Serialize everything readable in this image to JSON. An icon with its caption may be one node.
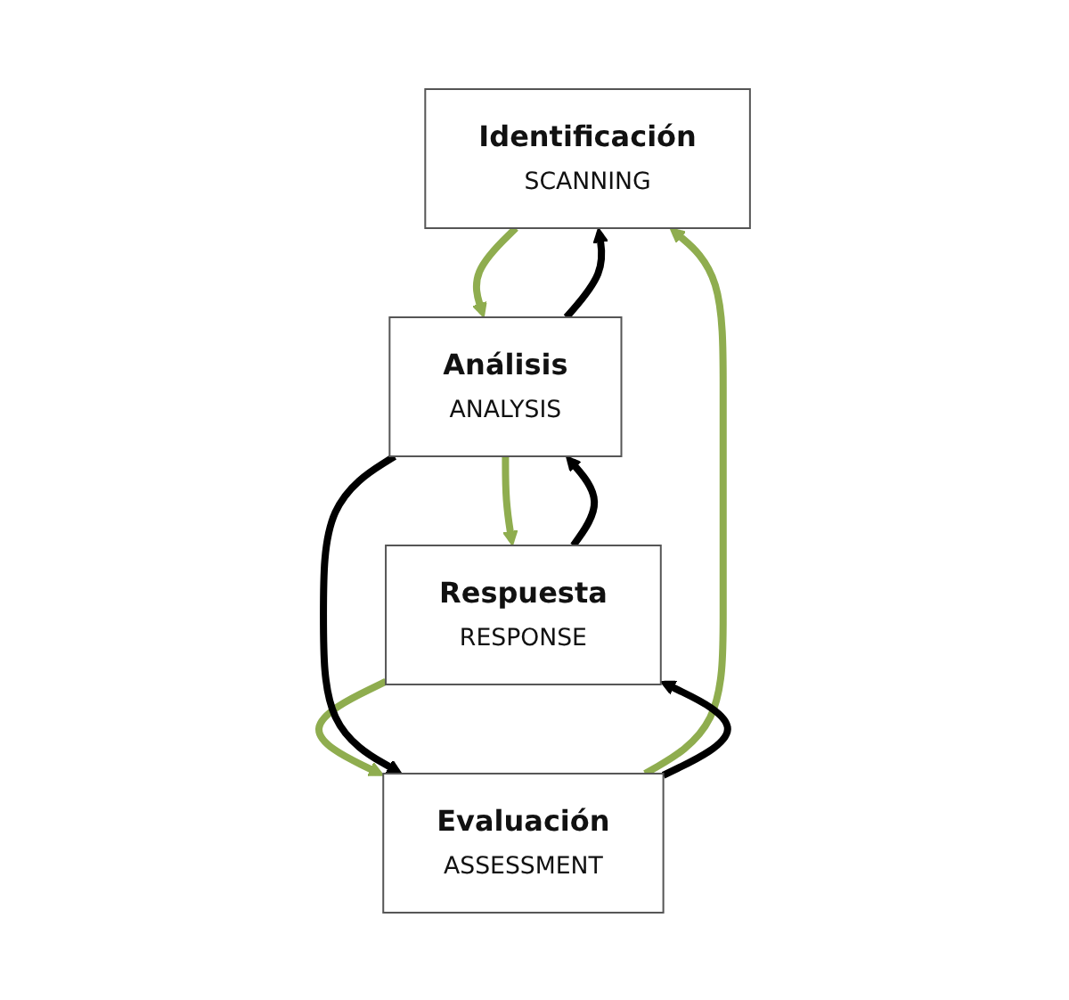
{
  "diagram": {
    "nodes": [
      {
        "text": [
          "Identificación",
          "SCANNING"
        ]
      },
      {
        "text": [
          "Análisis",
          "ANALYSIS"
        ]
      },
      {
        "text": [
          "Evaluación",
          "ASSESSMENT"
        ]
      },
      {
        "text": [
          "Respuesta",
          "RESPONSE"
        ]
      }
    ],
    "edges": [
      {
        "from": 0,
        "to": 1,
        "arrow": "to",
        "color": "#8fad4f"
      },
      {
        "from": 1,
        "to": 3,
        "arrow": "to",
        "color": "#8fad4f"
      },
      {
        "from": 3,
        "to": 2,
        "arrow": "to",
        "color": "#8fad4f"
      },
      {
        "from": 2,
        "to": 0,
        "arrow": "to",
        "color": "#8fad4f"
      },
      {
        "from": 1,
        "to": 0,
        "arrow": "to",
        "color": "#000000"
      },
      {
        "from": 1,
        "to": 2,
        "arrow": "to",
        "color": "#000000"
      },
      {
        "from": 2,
        "to": 3,
        "arrow": "to",
        "color": "#000000"
      },
      {
        "from": 3,
        "to": 1,
        "arrow": "to",
        "color": "#000000"
      }
    ]
  }
}
